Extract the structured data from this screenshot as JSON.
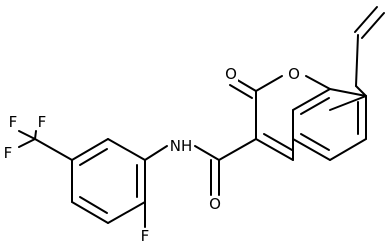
{
  "structure": {
    "atoms": {
      "oxygen_carbonyl": "O",
      "oxygen_ring": "O",
      "oxygen_amide": "O",
      "nitrogen_amide": "NH",
      "fluorine_aryl": "F",
      "cf3_fluorine_top_left": "F",
      "cf3_fluorine_top_right": "F",
      "cf3_fluorine_left": "F"
    }
  }
}
